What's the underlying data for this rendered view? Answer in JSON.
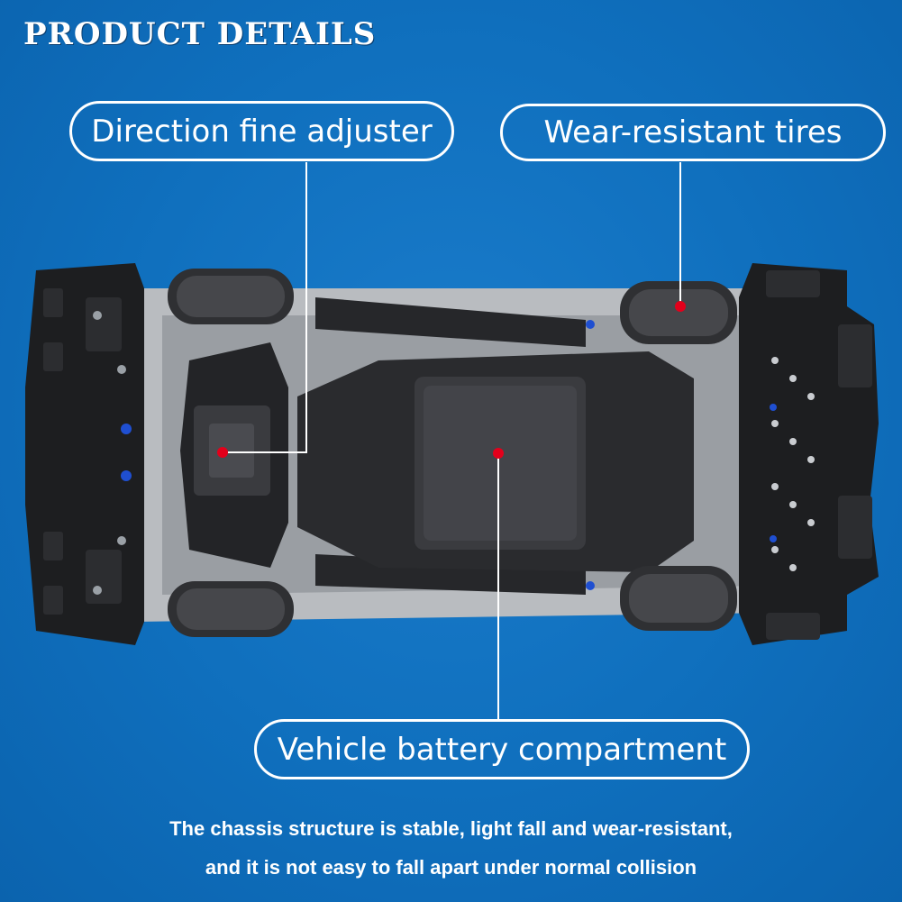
{
  "heading": "PRODUCT DETAILS",
  "callouts": {
    "direction": "Direction fine adjuster",
    "tires": "Wear-resistant tires",
    "battery": "Vehicle battery compartment"
  },
  "caption": {
    "line1": "The chassis structure is stable, light fall and wear-resistant,",
    "line2": "and it is not easy to fall apart under normal collision"
  },
  "colors": {
    "background": "#0f6fbd",
    "marker": "#e3001b",
    "text": "#ffffff"
  }
}
